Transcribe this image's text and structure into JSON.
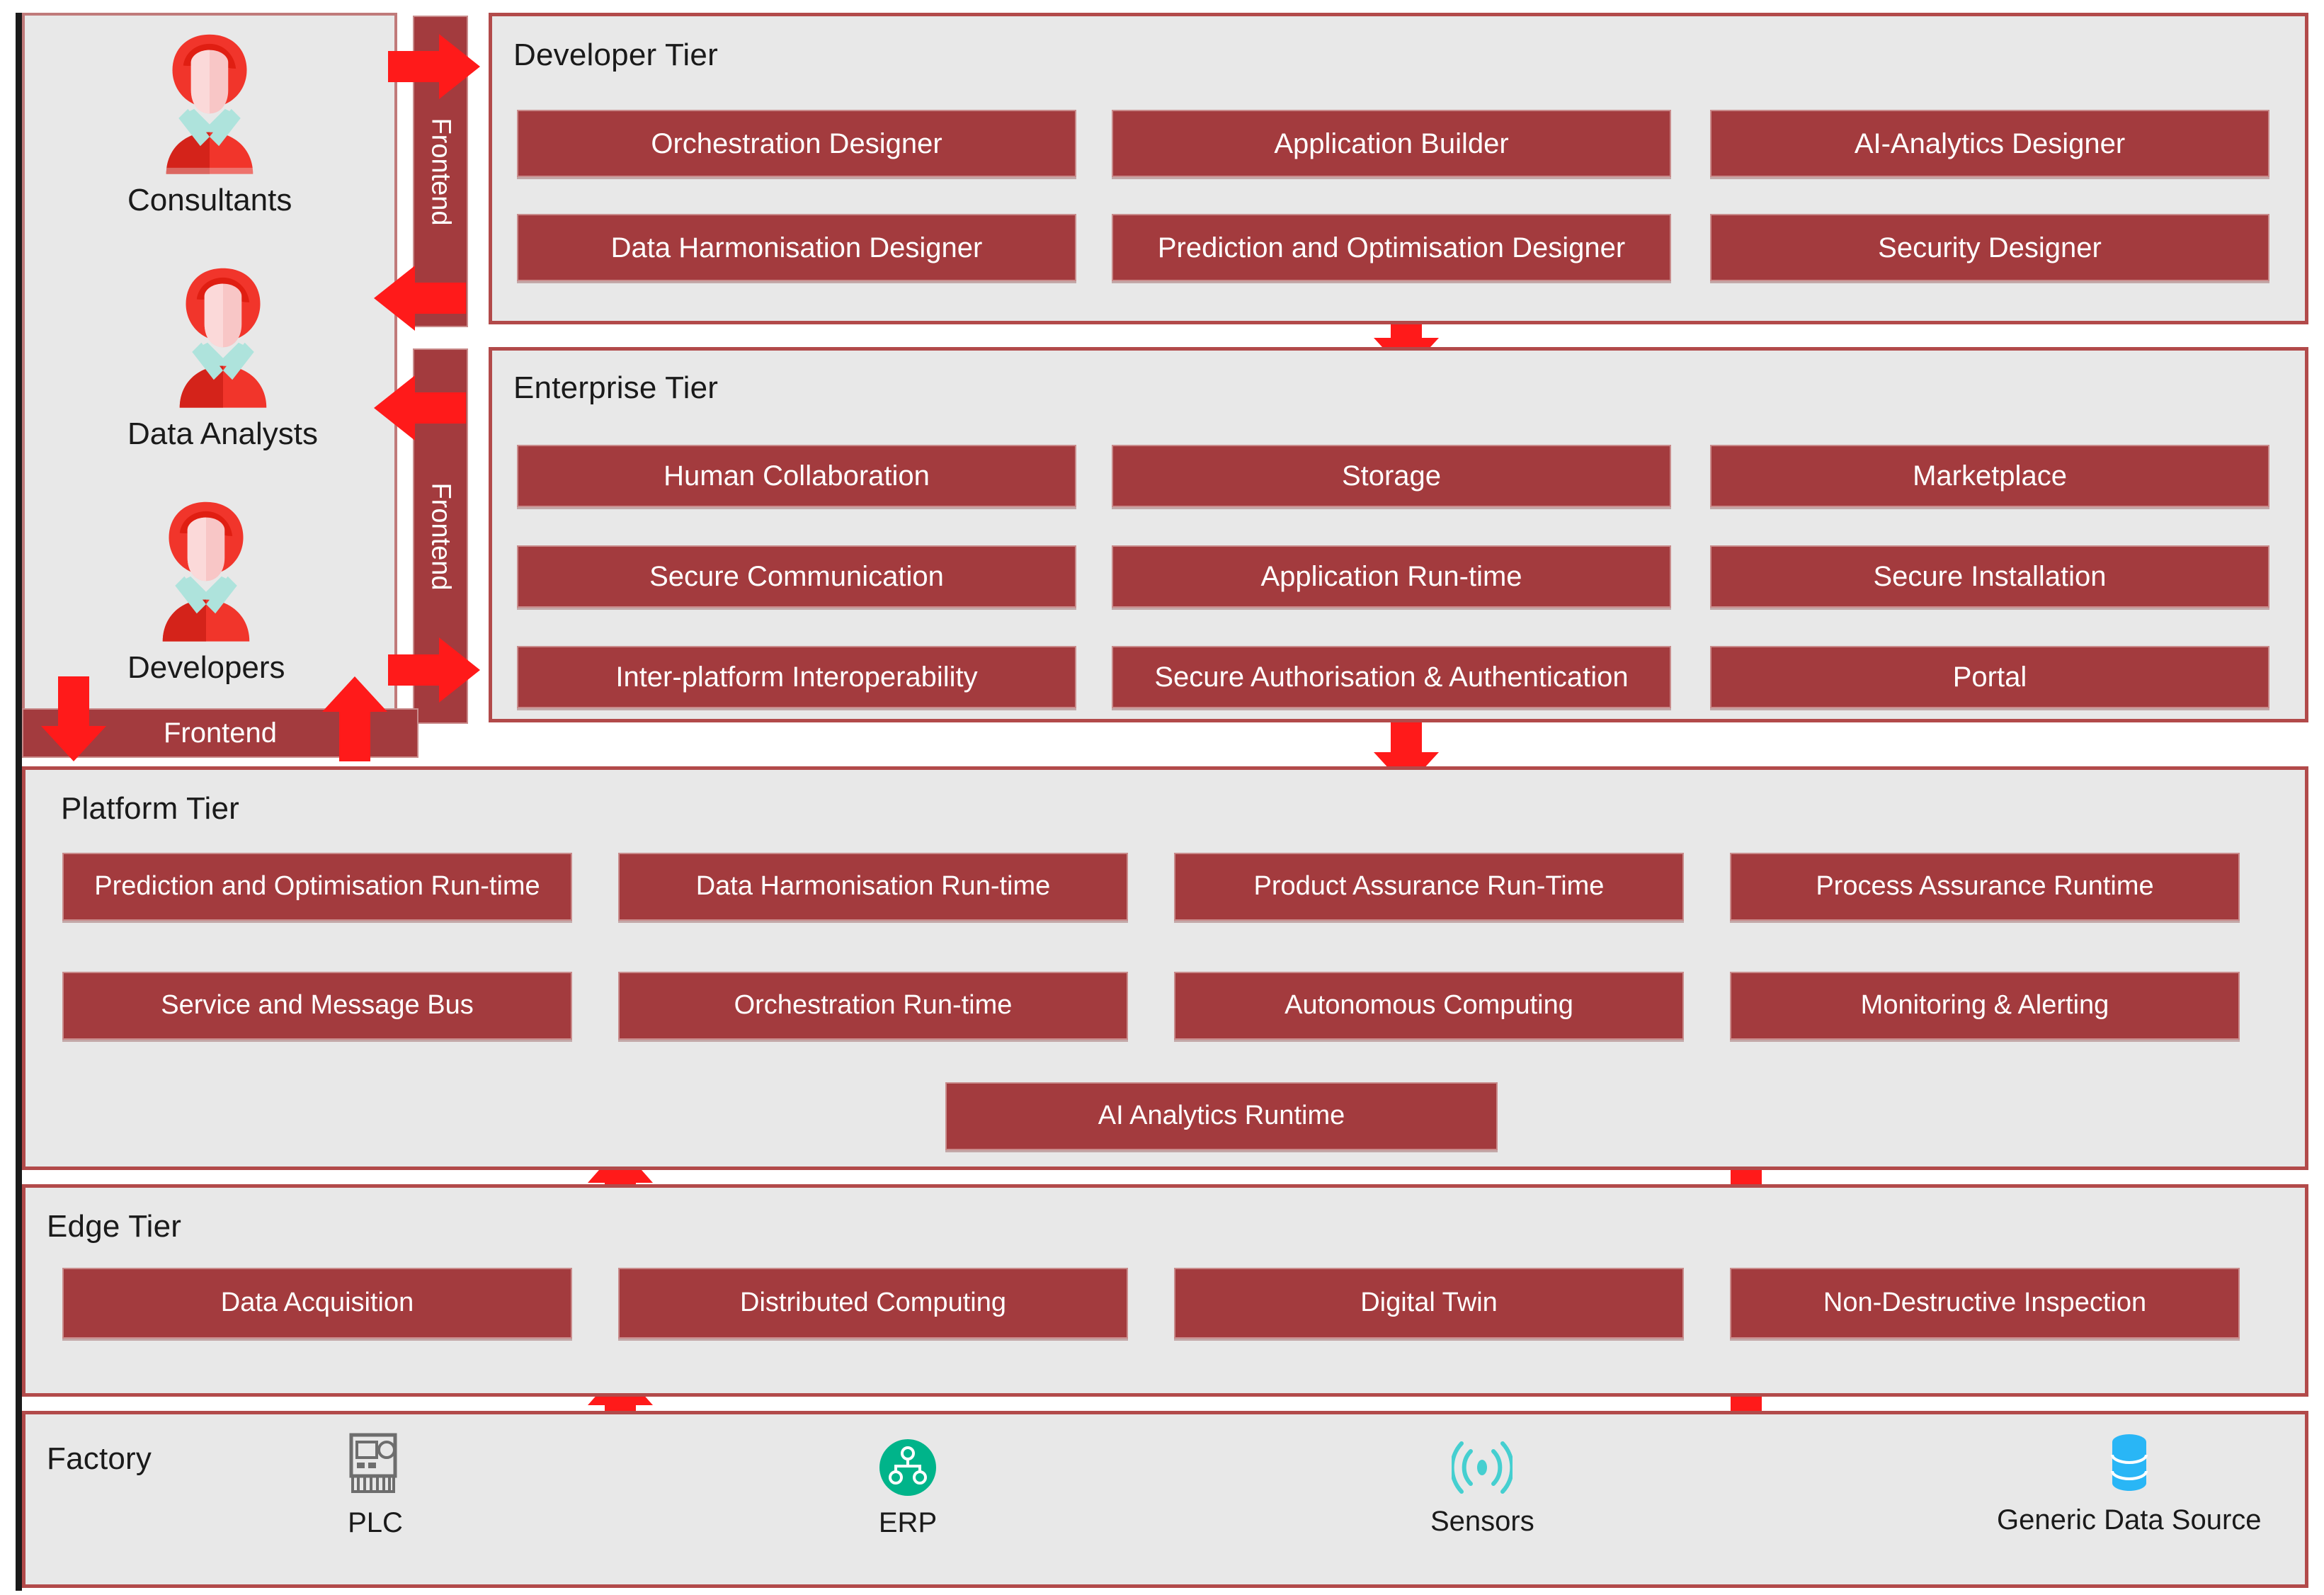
{
  "figure": {
    "accent_box_fill": "#a33b3e",
    "accent_box_border": "#c98b8b",
    "tier_border": "#b24a4a",
    "panel_bg": "#e8e8e8",
    "arrow_color": "#ff1a1a",
    "erp_icon_color": "#00b48a",
    "sensor_icon_color": "#45cfd0",
    "datasource_icon_color": "#29b6f6",
    "plc_icon_color": "#6d6d6d"
  },
  "personas": {
    "items": [
      {
        "label": "Consultants"
      },
      {
        "label": "Data Analysts"
      },
      {
        "label": "Developers"
      }
    ]
  },
  "frontend": {
    "vertical_top_label": "Frontend",
    "vertical_bottom_label": "Frontend",
    "horizontal_label": "Frontend"
  },
  "tiers": [
    {
      "id": "developer-tier",
      "title": "Developer Tier",
      "rows": [
        [
          "Orchestration Designer",
          "Application Builder",
          "AI-Analytics Designer"
        ],
        [
          "Data Harmonisation Designer",
          "Prediction and Optimisation Designer",
          "Security Designer"
        ]
      ]
    },
    {
      "id": "enterprise-tier",
      "title": "Enterprise Tier",
      "rows": [
        [
          "Human Collaboration",
          "Storage",
          "Marketplace"
        ],
        [
          "Secure Communication",
          "Application Run-time",
          "Secure Installation"
        ],
        [
          "Inter-platform Interoperability",
          "Secure Authorisation & Authentication",
          "Portal"
        ]
      ]
    },
    {
      "id": "platform-tier",
      "title": "Platform Tier",
      "rows": [
        [
          "Prediction and Optimisation Run-time",
          "Data Harmonisation Run-time",
          "Product Assurance Run-Time",
          "Process Assurance Runtime"
        ],
        [
          "Service and Message Bus",
          "Orchestration Run-time",
          "Autonomous Computing",
          "Monitoring & Alerting"
        ],
        [
          "AI Analytics Runtime"
        ]
      ]
    },
    {
      "id": "edge-tier",
      "title": "Edge Tier",
      "rows": [
        [
          "Data Acquisition",
          "Distributed Computing",
          "Digital Twin",
          "Non-Destructive Inspection"
        ]
      ]
    },
    {
      "id": "factory-tier",
      "title": "Factory",
      "devices": [
        {
          "label": "PLC",
          "icon": "plc-icon"
        },
        {
          "label": "ERP",
          "icon": "erp-icon"
        },
        {
          "label": "Sensors",
          "icon": "sensors-icon"
        },
        {
          "label": "Generic Data Source",
          "icon": "database-icon"
        }
      ]
    }
  ]
}
